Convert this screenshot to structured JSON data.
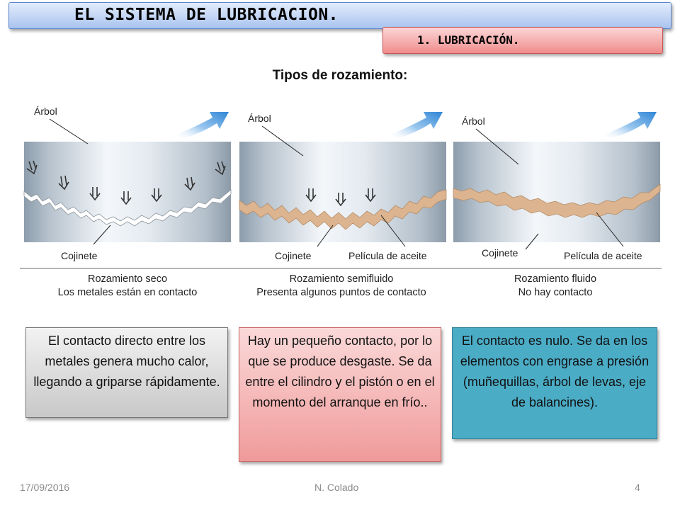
{
  "header": {
    "title": "EL SISTEMA DE LUBRICACION.",
    "subtitle": "1. LUBRICACIÓN."
  },
  "section_heading": "Tipos de rozamiento:",
  "diagram": {
    "panels": [
      {
        "arbol_label": "Árbol",
        "cojinete_label": "Cojinete",
        "pelicula_label": "",
        "caption_title": "Rozamiento seco",
        "caption_sub": "Los metales están en contacto"
      },
      {
        "arbol_label": "Árbol",
        "cojinete_label": "Cojinete",
        "pelicula_label": "Película de aceite",
        "caption_title": "Rozamiento semifluido",
        "caption_sub": "Presenta algunos puntos de contacto"
      },
      {
        "arbol_label": "Árbol",
        "cojinete_label": "Cojinete",
        "pelicula_label": "Película de aceite",
        "caption_title": "Rozamiento fluido",
        "caption_sub": "No hay contacto"
      }
    ]
  },
  "notes": [
    "El contacto directo entre los metales genera mucho calor, llegando a griparse rápidamente.",
    "Hay un pequeño contacto, por lo que se produce desgaste. Se da entre el cilindro y el pistón o en el momento del arranque en frío..",
    "El contacto es nulo. Se da en los elementos con engrase a presión (muñequillas, árbol de levas, eje de balancines)."
  ],
  "footer": {
    "date": "17/09/2016",
    "author": "N. Colado",
    "page": "4"
  },
  "colors": {
    "title_bar": "#a9c3ef",
    "subtitle_bar": "#f08c8c",
    "note_grey": "#d9d9d9",
    "note_pink": "#f4aaaa",
    "note_teal": "#4bacc6",
    "oil_film": "#dcb48f",
    "motion_arrow": "#3a8fd8"
  },
  "icons": [
    "motion-arrow-icon",
    "pressure-arrow-icon"
  ]
}
